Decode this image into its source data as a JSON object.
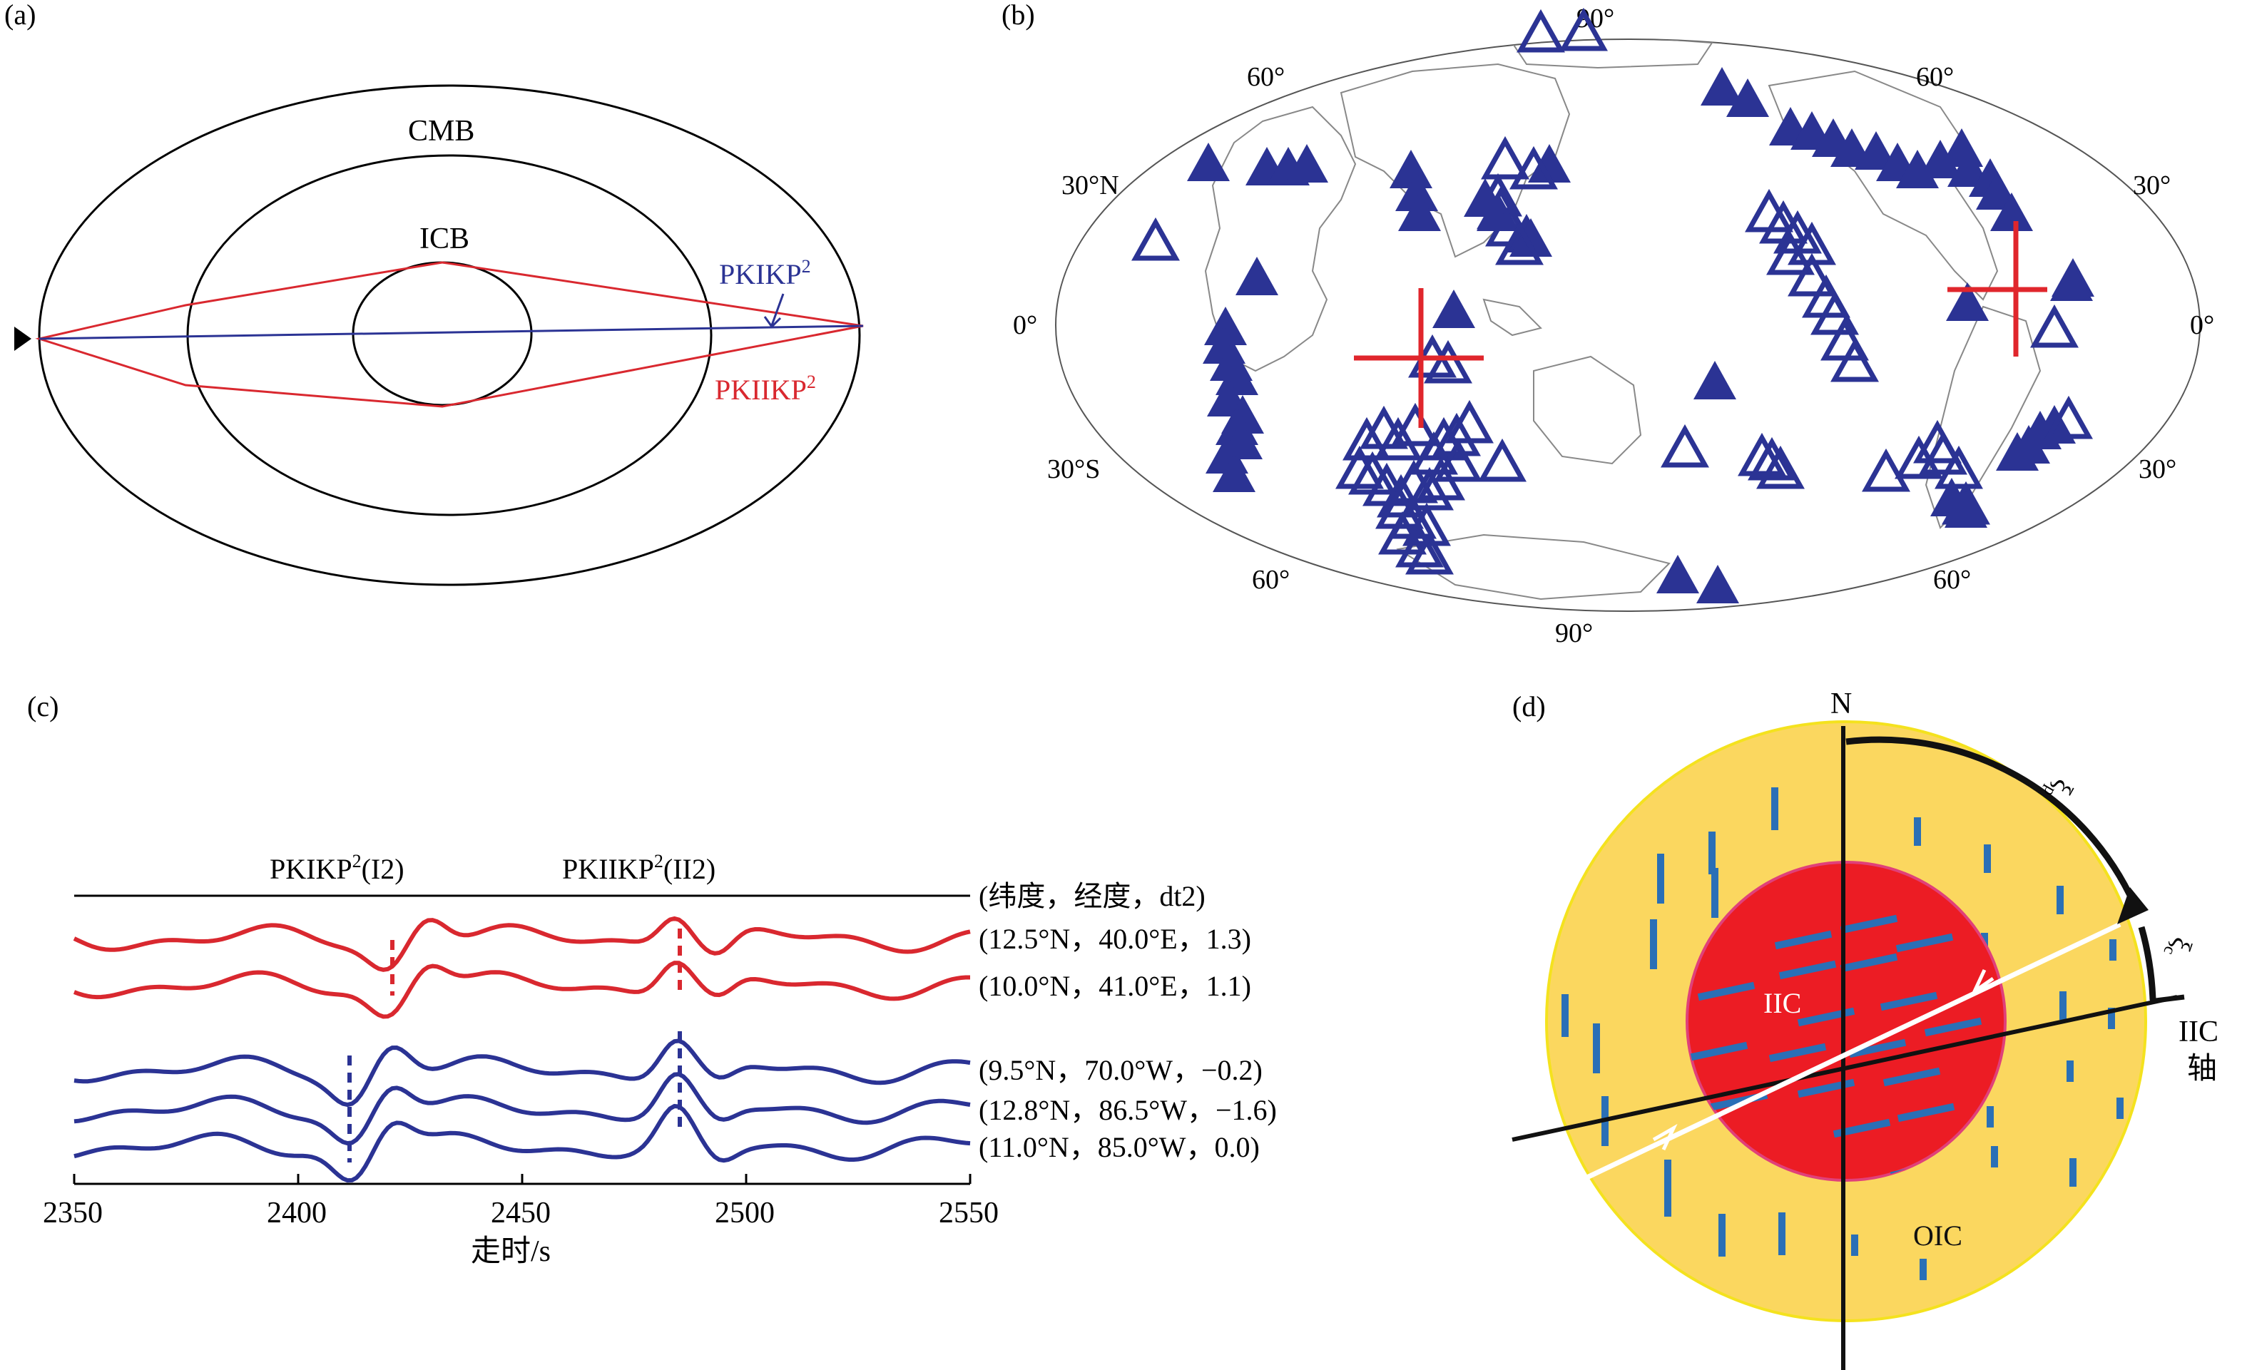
{
  "panels": {
    "a": {
      "label": "(a)",
      "cmb": "CMB",
      "icb": "ICB",
      "phase_blue": "PKIKP",
      "phase_red": "PKIIKP",
      "sup": "2"
    },
    "b": {
      "label": "(b)",
      "lat_labels": {
        "top": "90°",
        "bottom": "90°",
        "upper_left": "60°",
        "upper_right": "60°",
        "lower_left": "60°",
        "lower_right": "60°",
        "north_left": "30°N",
        "north_right": "30°",
        "south_left": "30°S",
        "south_right": "30°",
        "eq_left": "0°",
        "eq_right": "0°"
      },
      "legend_note": "filled triangles and open triangles mark stations; red crosses mark sampling points"
    },
    "c": {
      "label": "(c)",
      "phase_i2": "PKIKP",
      "phase_i2_tag": "(I2)",
      "phase_ii2": "PKIIKP",
      "phase_ii2_tag": "(II2)",
      "sup": "2",
      "header": "(纬度，经度，dt2)",
      "traces": [
        {
          "text": "(12.5°N，40.0°E，1.3)",
          "color": "#d9282f"
        },
        {
          "text": "(10.0°N，41.0°E，1.1)",
          "color": "#d9282f"
        },
        {
          "text": "(9.5°N，70.0°W，−0.2)",
          "color": "#2b3394"
        },
        {
          "text": "(12.8°N，86.5°W，−1.6)",
          "color": "#2b3394"
        },
        {
          "text": "(11.0°N，85.0°W，0.0)",
          "color": "#2b3394"
        }
      ],
      "xlabel": "走时/s"
    },
    "d": {
      "label": "(d)",
      "north": "N",
      "iic": "IIC",
      "oic": "OIC",
      "axis_label_1": "IIC",
      "axis_label_2": "轴",
      "angle_p": "ξp",
      "angle_c": "ξc"
    }
  },
  "chart_data": {
    "type": "line",
    "title": "",
    "xlabel": "走时/s",
    "ylabel": "",
    "xlim": [
      2350,
      2550
    ],
    "xticks": [
      2350,
      2400,
      2450,
      2500,
      2550
    ],
    "markers": {
      "PKIKP2_red": 2420,
      "PKIIKP2_red": 2484,
      "PKIKP2_blue": 2412,
      "PKIIKP2_blue": 2484
    }
  },
  "colors": {
    "red": "#d9282f",
    "blue": "#2b3394",
    "gold": "#fbd75f",
    "core_red": "#ec1c24",
    "stripe_blue": "#2a6fb6"
  }
}
